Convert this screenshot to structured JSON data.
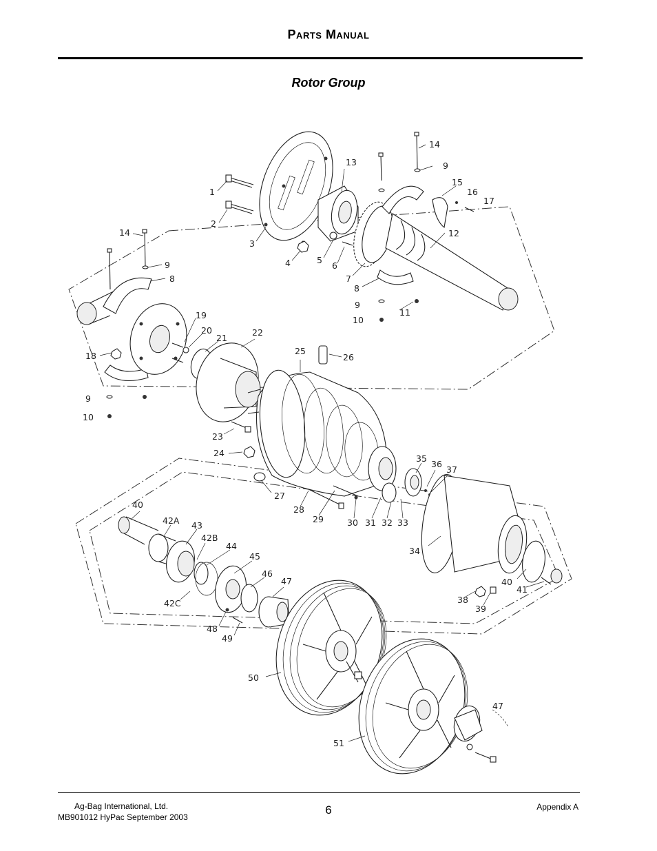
{
  "header": {
    "title": "Parts Manual"
  },
  "section": {
    "title": "Rotor Group"
  },
  "diagram": {
    "callouts": [
      "1",
      "2",
      "3",
      "4",
      "5",
      "6",
      "7",
      "8",
      "8",
      "9",
      "9",
      "9",
      "9",
      "10",
      "10",
      "11",
      "12",
      "13",
      "14",
      "14",
      "15",
      "16",
      "17",
      "18",
      "19",
      "20",
      "21",
      "22",
      "23",
      "24",
      "25",
      "26",
      "27",
      "28",
      "29",
      "30",
      "31",
      "32",
      "33",
      "34",
      "35",
      "36",
      "37",
      "38",
      "39",
      "40",
      "40",
      "41",
      "42A",
      "42B",
      "42C",
      "43",
      "44",
      "45",
      "46",
      "47",
      "47",
      "48",
      "49",
      "50",
      "51"
    ]
  },
  "footer": {
    "company": "Ag-Bag International, Ltd.",
    "document": "MB901012 HyPac September 2003",
    "page": "6",
    "appendix": "Appendix A"
  }
}
